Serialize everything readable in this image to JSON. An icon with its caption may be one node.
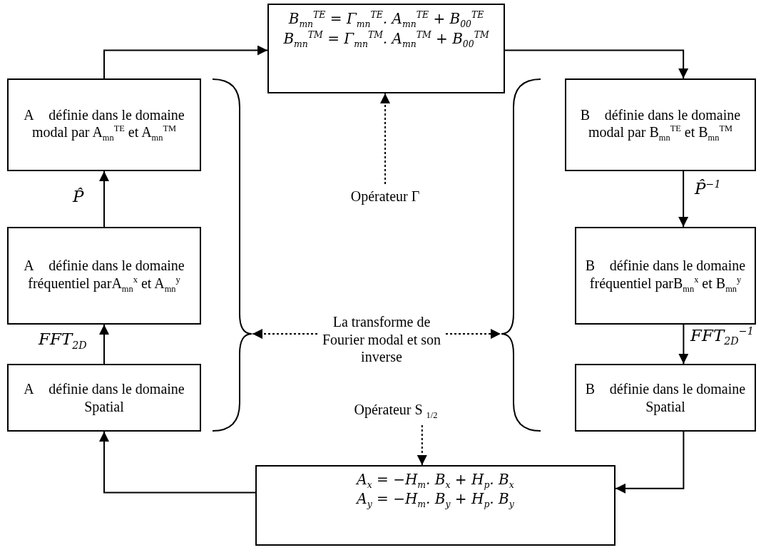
{
  "diagram": {
    "nodes": [
      {
        "text": [
          "B$_{mn}$$^{TE}$ = Γ$_{mn}$$^{TE}$. A$_{mn}$$^{TE}$ + B$_{00}$$^{TE}$",
          "B$_{mn}$$^{TM}$ = Γ$_{mn}$$^{TM}$. A$_{mn}$$^{TM}$ + B$_{00}$$^{TM}$"
        ]
      },
      {
        "text": [
          "A⃗ définie dans le domaine modal par A$_{mn}$$^{TE}$ et A$_{mn}$$^{TM}$"
        ]
      },
      {
        "text": [
          "A⃗ définie dans le domaine fréquentiel parA$_{mn}$$^{x}$ et A$_{mn}$$^{y}$"
        ]
      },
      {
        "text": [
          "A⃗ définie dans le domaine Spatial"
        ]
      },
      {
        "text": [
          "B⃗ définie dans le domaine modal par B$_{mn}$$^{TE}$ et B$_{mn}$$^{TM}$"
        ]
      },
      {
        "text": [
          "B⃗ définie dans le domaine fréquentiel parB$_{mn}$$^{x}$ et B$_{mn}$$^{y}$"
        ]
      },
      {
        "text": [
          "B⃗ définie dans le domaine Spatial"
        ]
      },
      {
        "text": [
          "A$_{x}$ = −H$_{m}$. B$_{x}$ + H$_{p}$. B$_{x}$",
          "A$_{y}$ = −H$_{m}$. B$_{y}$ + H$_{p}$. B$_{y}$"
        ]
      },
      {
        "text": [
          "Opérateur Γ"
        ]
      },
      {
        "text": [
          "Opérateur S $_{1/2}$"
        ]
      },
      {
        "text": [
          "La transforme de Fourier modal et son inverse"
        ]
      },
      {
        "text": [],
        "shape": "bracket"
      },
      {
        "text": [],
        "shape": "bracket"
      }
    ],
    "edges": [
      {
        "from": 1,
        "to": 0,
        "arrow": "to"
      },
      {
        "from": 0,
        "to": 4,
        "arrow": "to"
      },
      {
        "from": 2,
        "to": 1,
        "arrow": "to",
        "label": "P̂"
      },
      {
        "from": 3,
        "to": 2,
        "arrow": "to",
        "label": "FFT$_{2D}$"
      },
      {
        "from": 4,
        "to": 5,
        "arrow": "to",
        "label": "P̂$^{−1}$"
      },
      {
        "from": 5,
        "to": 6,
        "arrow": "to",
        "label": "FFT$_{2D}$$^{−1}$"
      },
      {
        "from": 6,
        "to": 7,
        "arrow": "to"
      },
      {
        "from": 7,
        "to": 3,
        "arrow": "to"
      },
      {
        "from": 8,
        "to": 0,
        "arrow": "to",
        "style": "dashed"
      },
      {
        "from": 9,
        "to": 7,
        "arrow": "to",
        "style": "dashed"
      },
      {
        "from": 10,
        "to": 11,
        "arrow": "to",
        "style": "dashed"
      },
      {
        "from": 10,
        "to": 12,
        "arrow": "to",
        "style": "dashed"
      }
    ]
  }
}
